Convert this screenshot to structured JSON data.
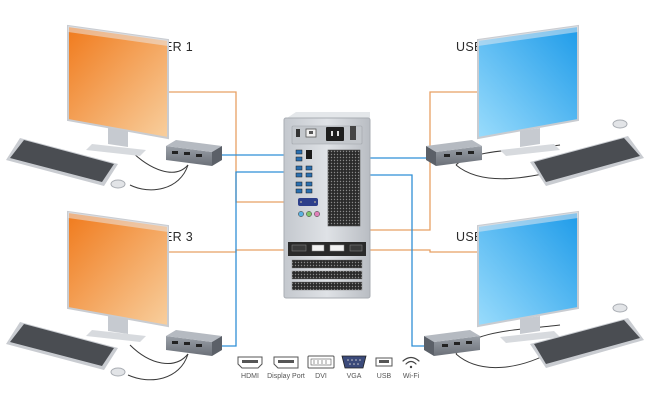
{
  "users": [
    {
      "id": "user1",
      "label": "USER 1",
      "screen_color": "orange"
    },
    {
      "id": "user2",
      "label": "USER 2",
      "screen_color": "blue"
    },
    {
      "id": "user3",
      "label": "USER 3",
      "screen_color": "orange"
    },
    {
      "id": "user4",
      "label": "USER 4",
      "screen_color": "blue"
    }
  ],
  "legend": [
    {
      "icon": "hdmi-icon",
      "label": "HDMI"
    },
    {
      "icon": "displayport-icon",
      "label": "Display Port"
    },
    {
      "icon": "dvi-icon",
      "label": "DVI"
    },
    {
      "icon": "vga-icon",
      "label": "VGA"
    },
    {
      "icon": "usb-icon",
      "label": "USB"
    },
    {
      "icon": "wifi-icon",
      "label": "Wi-Fi"
    }
  ],
  "colors": {
    "video_cable": "#e8a064",
    "usb_cable": "#2f8fd6",
    "peripheral_cable": "#3a3a3a",
    "orange_screen_start": "#f07a1c",
    "orange_screen_end": "#f7c48a",
    "blue_screen_start": "#2aa4ee",
    "blue_screen_end": "#8ad6fb",
    "tower_body": "#cfd3d8",
    "tower_panel": "#b8bcc2"
  }
}
